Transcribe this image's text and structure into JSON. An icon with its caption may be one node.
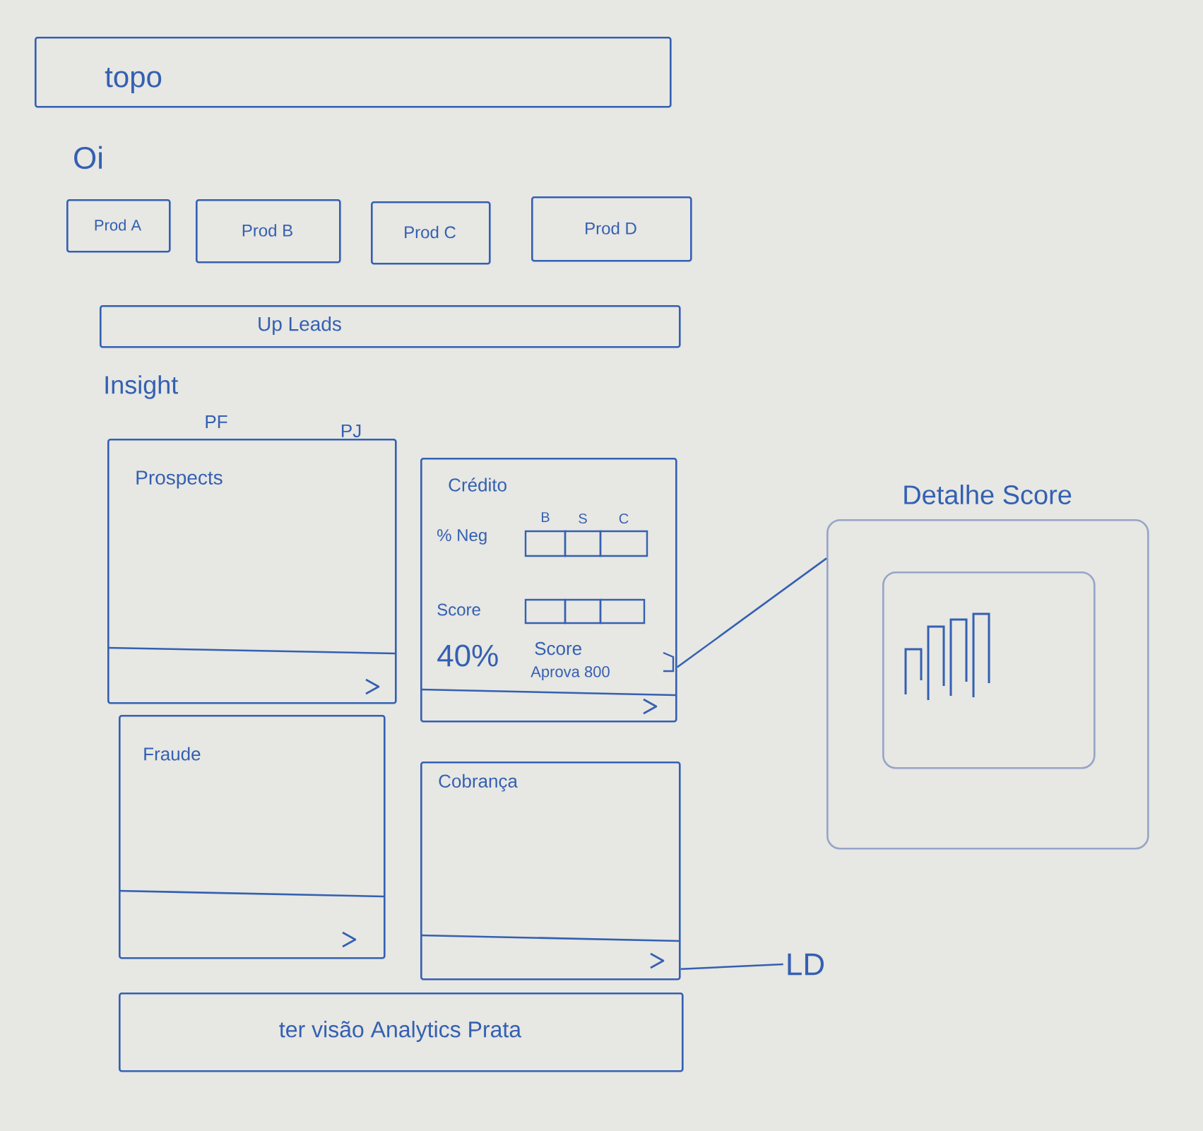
{
  "diagram": {
    "nodes": [
      {
        "text": [
          "topo"
        ]
      },
      {
        "text": [
          "Prod A"
        ]
      },
      {
        "text": [
          "Prod B"
        ]
      },
      {
        "text": [
          "Prod C"
        ]
      },
      {
        "text": [
          "Prod D"
        ]
      },
      {
        "text": [
          "Up Leads"
        ]
      },
      {
        "text": [
          "Prospects"
        ]
      },
      {
        "text": [
          "Crédito",
          "% Neg",
          "B",
          "S",
          "C",
          "Score",
          "40%",
          "Score",
          "Aprova 800"
        ]
      },
      {
        "text": [
          "Fraude"
        ]
      },
      {
        "text": [
          "Cobrança"
        ]
      },
      {
        "text": [
          "Detalhe Score"
        ]
      },
      {
        "text": [],
        "shape": "box",
        "in": 10
      },
      {
        "text": [
          "LD"
        ]
      },
      {
        "text": [
          "ter visão Analytics Prata"
        ]
      }
    ],
    "edges": [
      {
        "from": 7,
        "to": 10,
        "arrow": "none"
      },
      {
        "from": 9,
        "to": 12,
        "arrow": "none"
      }
    ],
    "labels": [
      "Oi",
      "Insight",
      "PF",
      "PJ"
    ]
  }
}
